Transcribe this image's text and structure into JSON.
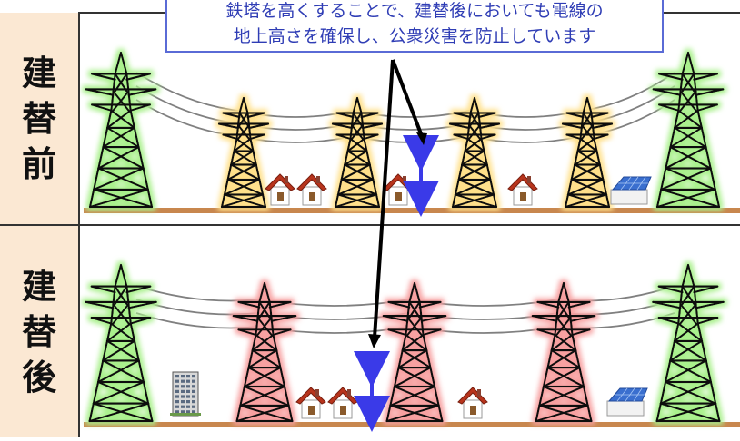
{
  "labels": {
    "before": [
      "建",
      "替",
      "前"
    ],
    "after": [
      "建",
      "替",
      "後"
    ]
  },
  "callout": {
    "line1": "鉄塔を高くすることで、建替後においても電線の",
    "line2": "地上高さを確保し、公衆災害を防止しています"
  },
  "colors": {
    "label_bg": "#fbe8d3",
    "ground": "#c8874e",
    "tower_green_glow": "#b8f0a8",
    "tower_yellow_glow": "#fde9a0",
    "tower_red_glow": "#f9b6b6",
    "arrow": "#3a3ae8",
    "callout_border": "#5a6bd6",
    "callout_text": "#2f3db5",
    "wire": "#808080"
  },
  "icons": {
    "tower": "transmission-tower-icon",
    "house": "house-icon",
    "solar": "solar-house-icon",
    "building": "apartment-building-icon"
  }
}
